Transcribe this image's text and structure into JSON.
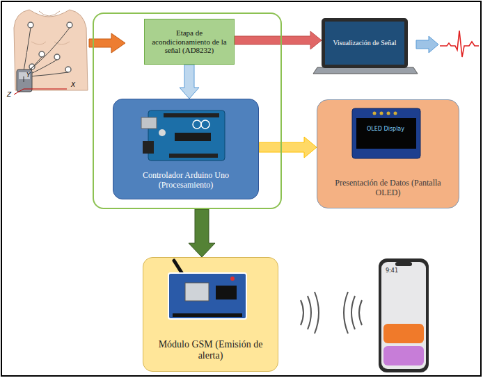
{
  "diagram": {
    "nodes": [
      {
        "text": []
      },
      {
        "text": [
          "Etapa de acondicionamiento de la señal (AD8232)"
        ],
        "in": 0
      },
      {
        "text": [
          "Controlador Arduino Uno (Procesamiento)"
        ],
        "in": 0
      },
      {
        "text": [
          "Visualización de Señal"
        ]
      },
      {
        "text": [
          "Presentación de Datos (Pantalla OLED)"
        ]
      },
      {
        "text": [
          "Módulo GSM (Emisión de alerta)"
        ]
      }
    ],
    "edges": [
      {
        "from": 1,
        "to": 3,
        "arrow": "to"
      },
      {
        "from": 1,
        "to": 2,
        "arrow": "to"
      },
      {
        "from": 2,
        "to": 4,
        "arrow": "to"
      },
      {
        "from": 0,
        "to": 5,
        "arrow": "to"
      }
    ],
    "labels": [
      "Y",
      "X",
      "Z",
      "OLED Display",
      "9:41"
    ]
  }
}
